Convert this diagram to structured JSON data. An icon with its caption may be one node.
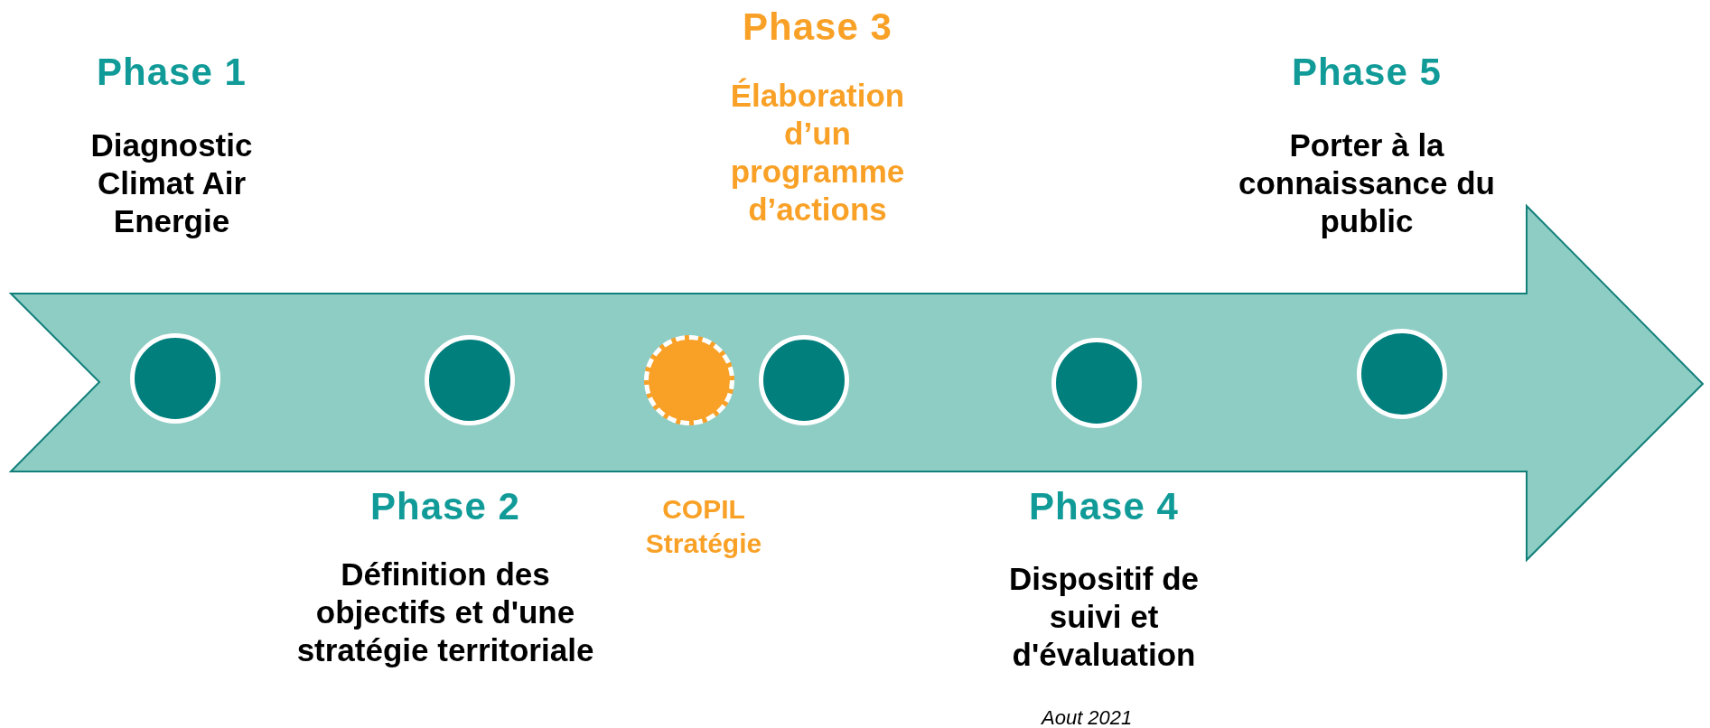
{
  "diagram": {
    "nodes": [
      {
        "text": [],
        "shape": "arrow"
      },
      {
        "text": [],
        "shape": "circle",
        "in": 0,
        "beside": [
          "Phase 1",
          "Diagnostic Climat Air Energie"
        ]
      },
      {
        "text": [],
        "shape": "circle",
        "in": 0,
        "beside": [
          "Phase 2",
          "Définition des objectifs et d'une stratégie territoriale"
        ]
      },
      {
        "text": [],
        "shape": "circle",
        "in": 0,
        "beside": [
          "COPIL Stratégie"
        ]
      },
      {
        "text": [],
        "shape": "circle",
        "in": 0,
        "beside": [
          "Phase 3",
          "Élaboration d’un programme d’actions"
        ]
      },
      {
        "text": [],
        "shape": "circle",
        "in": 0,
        "beside": [
          "Phase 4",
          "Dispositif de suivi et d'évaluation"
        ]
      },
      {
        "text": [],
        "shape": "circle",
        "in": 0,
        "beside": [
          "Phase 5",
          "Porter à la connaissance du public"
        ]
      }
    ],
    "labels": [
      "Aout 2021"
    ]
  }
}
